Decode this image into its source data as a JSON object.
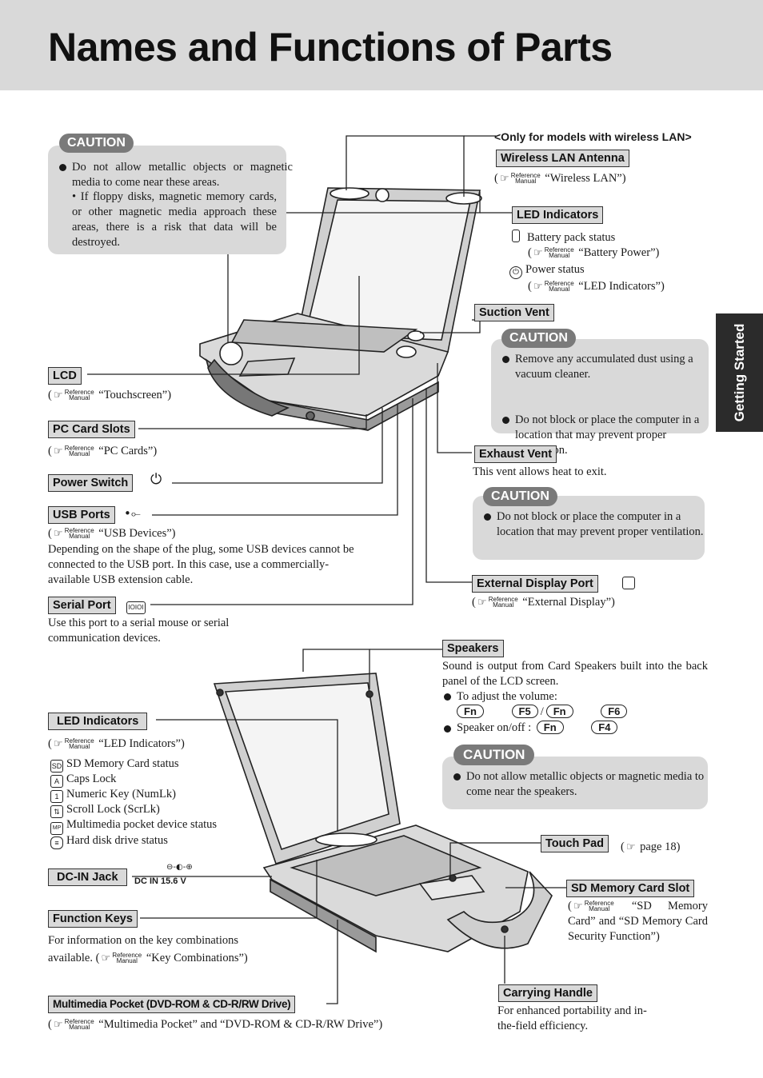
{
  "page": {
    "title": "Names and Functions of Parts",
    "side_tab": "Getting Started"
  },
  "common": {
    "ref_word1": "Reference",
    "ref_word2": "Manual",
    "caution": "CAUTION"
  },
  "top": {
    "caution_text": "Do not allow metallic objects or magnetic media to come near these areas.",
    "caution_sub": "• If floppy disks, magnetic memory cards, or other magnetic media approach these areas, there is a risk that data will be destroyed.",
    "wireless_note": "<Only for models with wireless LAN>",
    "wireless_label": "Wireless LAN Antenna",
    "wireless_ref": "“Wireless LAN”)",
    "led_label": "LED Indicators",
    "battery_status": "Battery pack status",
    "battery_ref": "“Battery Power”)",
    "power_status": "Power status",
    "led_ref": "“LED Indicators”)",
    "suction_label": "Suction Vent",
    "suction_caution_1": "Remove any accumulated dust using a vacuum cleaner.",
    "suction_caution_2": "Do not block or place the computer in a location that may prevent proper ventilation.",
    "lcd_label": "LCD",
    "lcd_ref": "“Touchscreen”)",
    "pc_card_label": "PC Card Slots",
    "pc_card_ref": "“PC Cards”)",
    "power_switch_label": "Power Switch",
    "usb_label": "USB Ports",
    "usb_ref": "“USB Devices”)",
    "usb_text": "Depending on the shape of the plug, some USB devices cannot be connected to the USB port. In this case, use a commercially-available USB extension cable.",
    "serial_label": "Serial Port",
    "serial_text": "Use this port to a serial mouse or serial communication devices.",
    "exhaust_label": "Exhaust Vent",
    "exhaust_text": "This vent allows heat to exit.",
    "exhaust_caution": "Do not block or place the computer in a location that may prevent proper ventilation.",
    "ext_display_label": "External Display Port",
    "ext_display_ref": "“External Display”)"
  },
  "bottom": {
    "speakers_label": "Speakers",
    "speakers_text": "Sound is output from Card Speakers built into the back panel of the LCD screen.",
    "adjust_volume": "To adjust the volume:",
    "speaker_onoff": "Speaker on/off :",
    "keys": {
      "fn": "Fn",
      "f5": "F5",
      "f6": "F6",
      "f4": "F4",
      "slash": "/"
    },
    "speakers_caution": "Do not allow metallic objects or magnetic media to come near the speakers.",
    "led_label": "LED Indicators",
    "led_ref": "“LED Indicators”)",
    "led_items": [
      {
        "icon": "SD",
        "text": "SD Memory Card status"
      },
      {
        "icon": "A",
        "text": "Caps Lock"
      },
      {
        "icon": "1",
        "text": "Numeric Key (NumLk)"
      },
      {
        "icon": "⇅",
        "text": "Scroll Lock (ScrLk)"
      },
      {
        "icon": "MP",
        "text": "Multimedia pocket device status"
      },
      {
        "icon": "≡",
        "text": "Hard disk drive status"
      }
    ],
    "dcin_label": "DC-IN Jack",
    "dcin_spec": "DC IN 15.6 V",
    "touchpad_label": "Touch Pad",
    "touchpad_ref": "page 18)",
    "sd_label": "SD Memory Card Slot",
    "sd_ref": "“SD Memory Card” and “SD Memory Card Security Function”)",
    "fkeys_label": "Function Keys",
    "fkeys_text": "For information on the key combinations available.",
    "fkeys_ref": "“Key Combinations”)",
    "carry_label": "Carrying Handle",
    "carry_text": "For enhanced portability and in-the-field efficiency.",
    "mm_label": "Multimedia Pocket (DVD-ROM & CD-R/RW Drive)",
    "mm_ref": "“Multimedia Pocket” and “DVD-ROM & CD-R/RW Drive”)"
  }
}
